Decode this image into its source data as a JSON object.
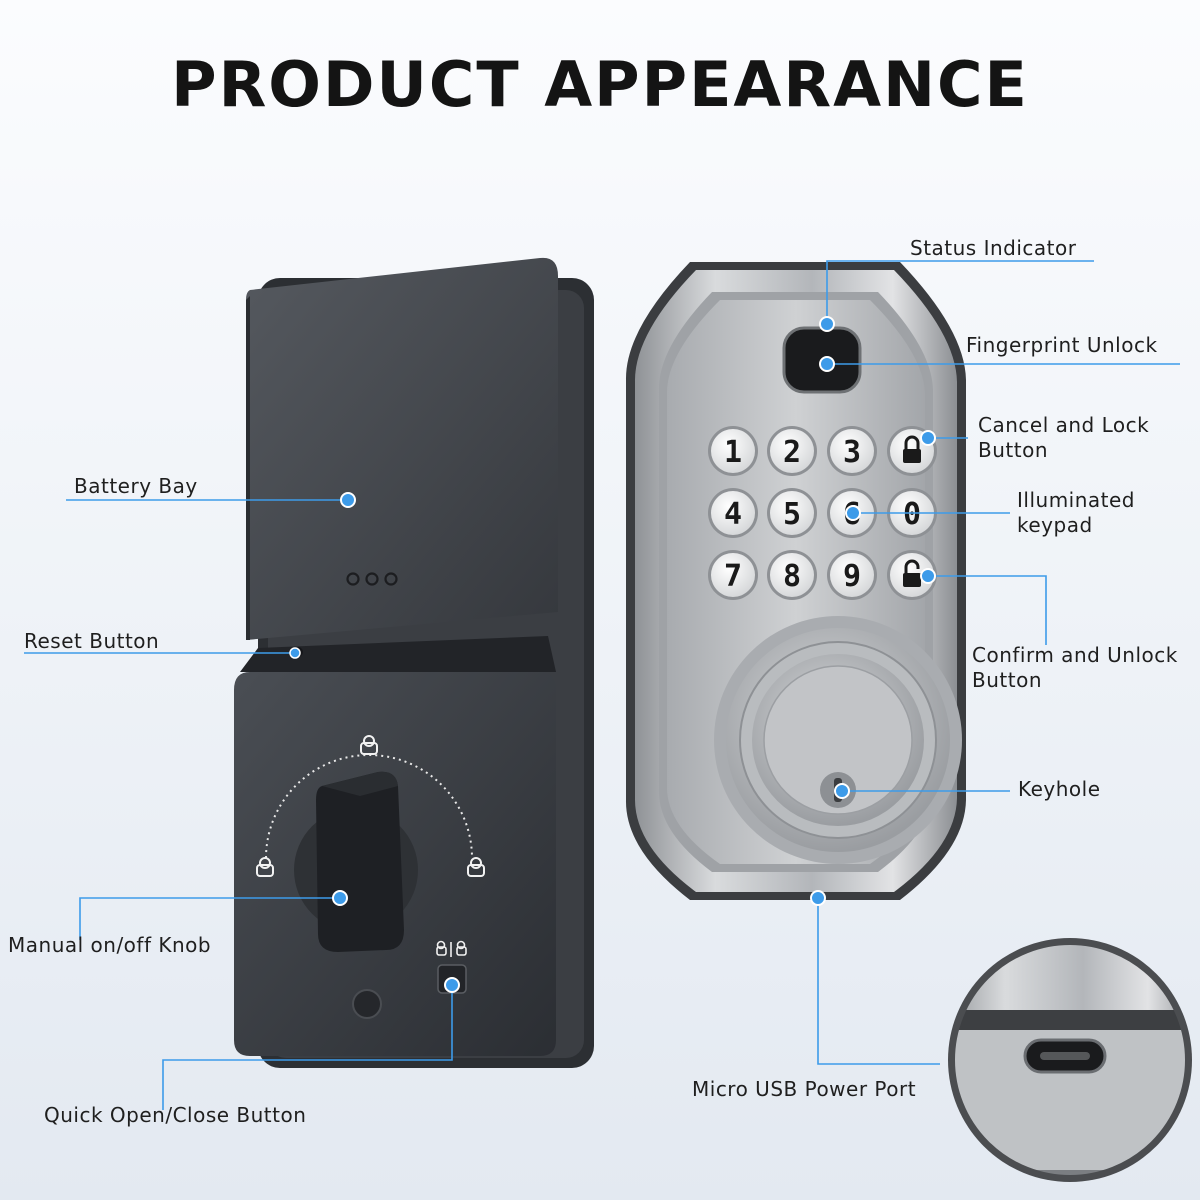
{
  "title": "PRODUCT APPEARANCE",
  "colors": {
    "callout_line": "#3d9be9",
    "callout_dot": "#3d9be9",
    "interior_body": "#3a3d42",
    "exterior_body": "#b9bcc0"
  },
  "labels": {
    "battery_bay": "Battery Bay",
    "reset_button": "Reset Button",
    "manual_knob": "Manual on/off Knob",
    "quick_open": "Quick Open/Close Button",
    "status_indicator": "Status Indicator",
    "fingerprint_unlock": "Fingerprint Unlock",
    "cancel_lock_1": "Cancel and Lock",
    "cancel_lock_2": "Button",
    "illuminated_1": "Illuminated",
    "illuminated_2": "keypad",
    "confirm_unlock_1": "Confirm and Unlock",
    "confirm_unlock_2": "Button",
    "keyhole": "Keyhole",
    "usb_port": "Micro USB Power Port"
  },
  "keypad": [
    "1",
    "2",
    "3",
    "lock-icon",
    "4",
    "5",
    "6",
    "0",
    "7",
    "8",
    "9",
    "unlock-icon"
  ]
}
